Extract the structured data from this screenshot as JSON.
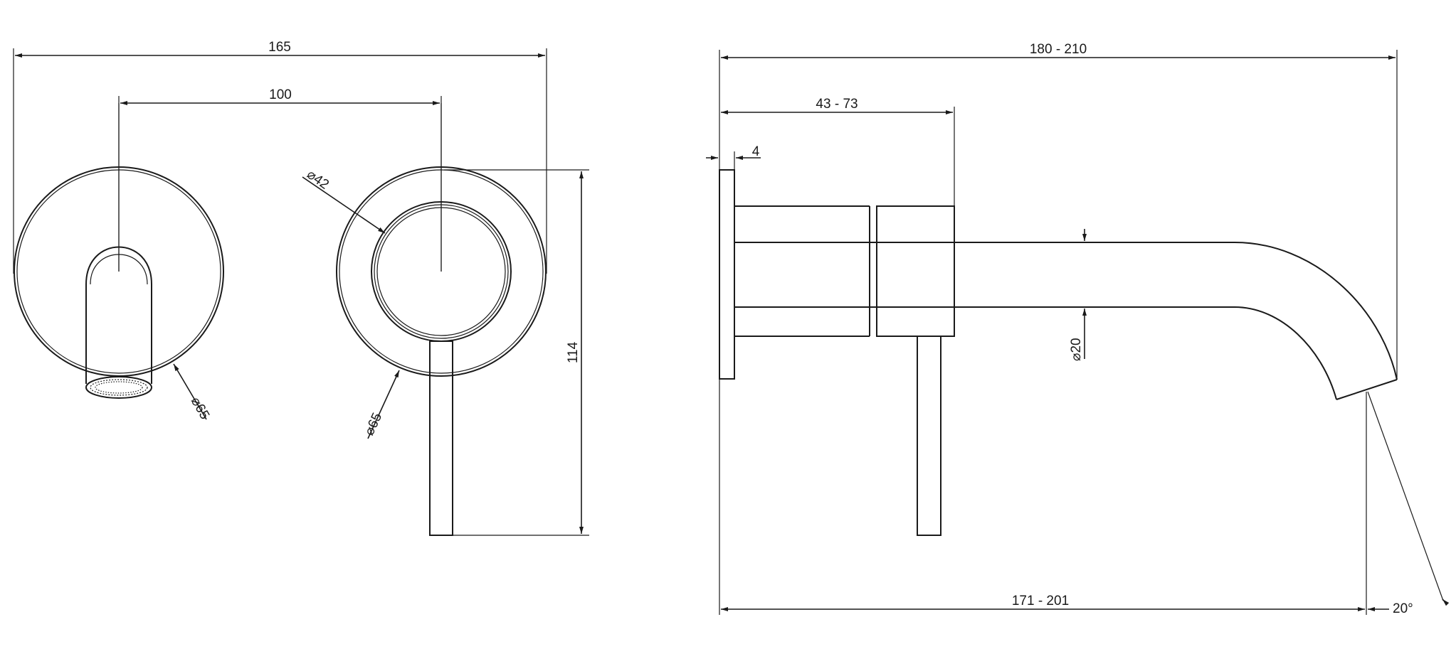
{
  "front_view": {
    "width_overall": "165",
    "spout_to_lever": "100",
    "height": "114",
    "spout_plate_diameter": "65",
    "lever_plate_diameter": "65",
    "lever_knob_diameter": "42",
    "diameter_symbol": "⌀"
  },
  "side_view": {
    "projection_overall": "180 - 210",
    "body_projection": "43 - 73",
    "plate_thickness": "4",
    "spout_diameter": "20",
    "spout_reach": "171 - 201",
    "outlet_angle": "20°",
    "diameter_symbol": "⌀"
  },
  "colors": {
    "line": "#1a1a1a",
    "background": "#ffffff"
  }
}
